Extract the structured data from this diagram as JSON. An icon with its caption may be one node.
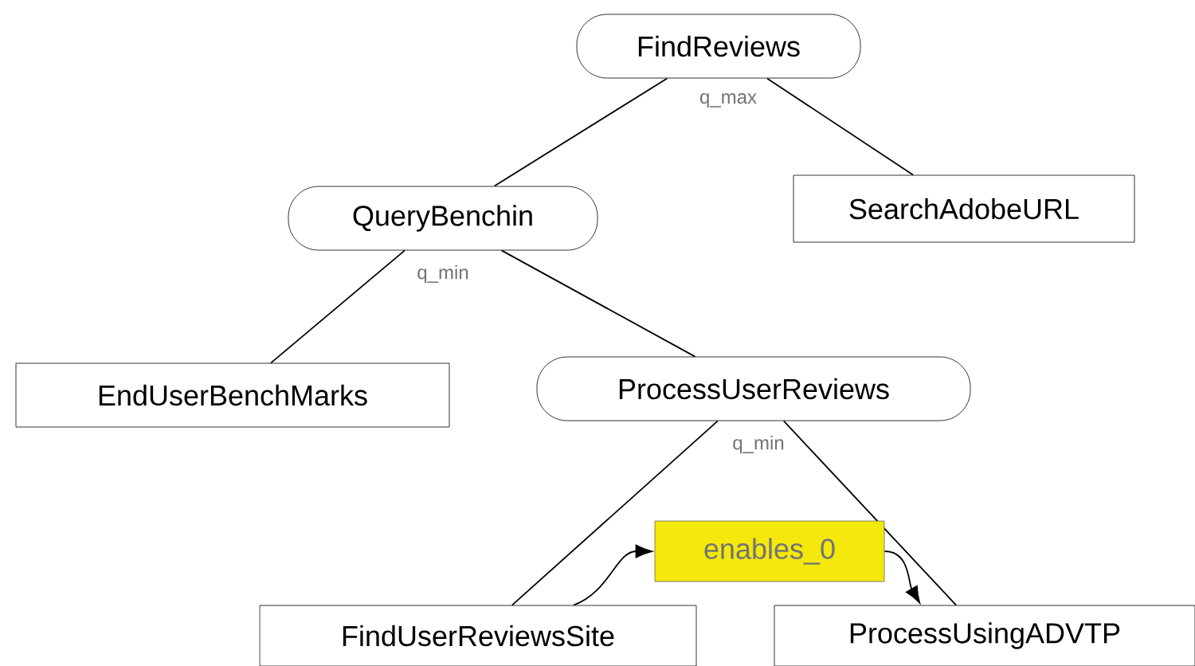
{
  "diagram": {
    "nodes": [
      {
        "text": [
          "FindReviews"
        ],
        "beside": [
          "q_max"
        ]
      },
      {
        "text": [
          "QueryBenchin"
        ],
        "beside": [
          "q_min"
        ]
      },
      {
        "text": [
          "SearchAdobeURL"
        ]
      },
      {
        "text": [
          "EndUserBenchMarks"
        ]
      },
      {
        "text": [
          "ProcessUserReviews"
        ],
        "beside": [
          "q_min"
        ]
      },
      {
        "text": [
          "FindUserReviewsSite"
        ]
      },
      {
        "text": [
          "ProcessUsingADVTP"
        ]
      },
      {
        "text": [
          "enables_0"
        ]
      }
    ],
    "edges": [
      {
        "from": 0,
        "to": 1,
        "arrow": "none"
      },
      {
        "from": 0,
        "to": 2,
        "arrow": "none"
      },
      {
        "from": 1,
        "to": 3,
        "arrow": "none"
      },
      {
        "from": 1,
        "to": 4,
        "arrow": "none"
      },
      {
        "from": 4,
        "to": 5,
        "arrow": "none"
      },
      {
        "from": 4,
        "to": 6,
        "arrow": "none"
      },
      {
        "from": 5,
        "to": 7,
        "arrow": "to"
      },
      {
        "from": 7,
        "to": 6,
        "arrow": "to"
      }
    ]
  }
}
